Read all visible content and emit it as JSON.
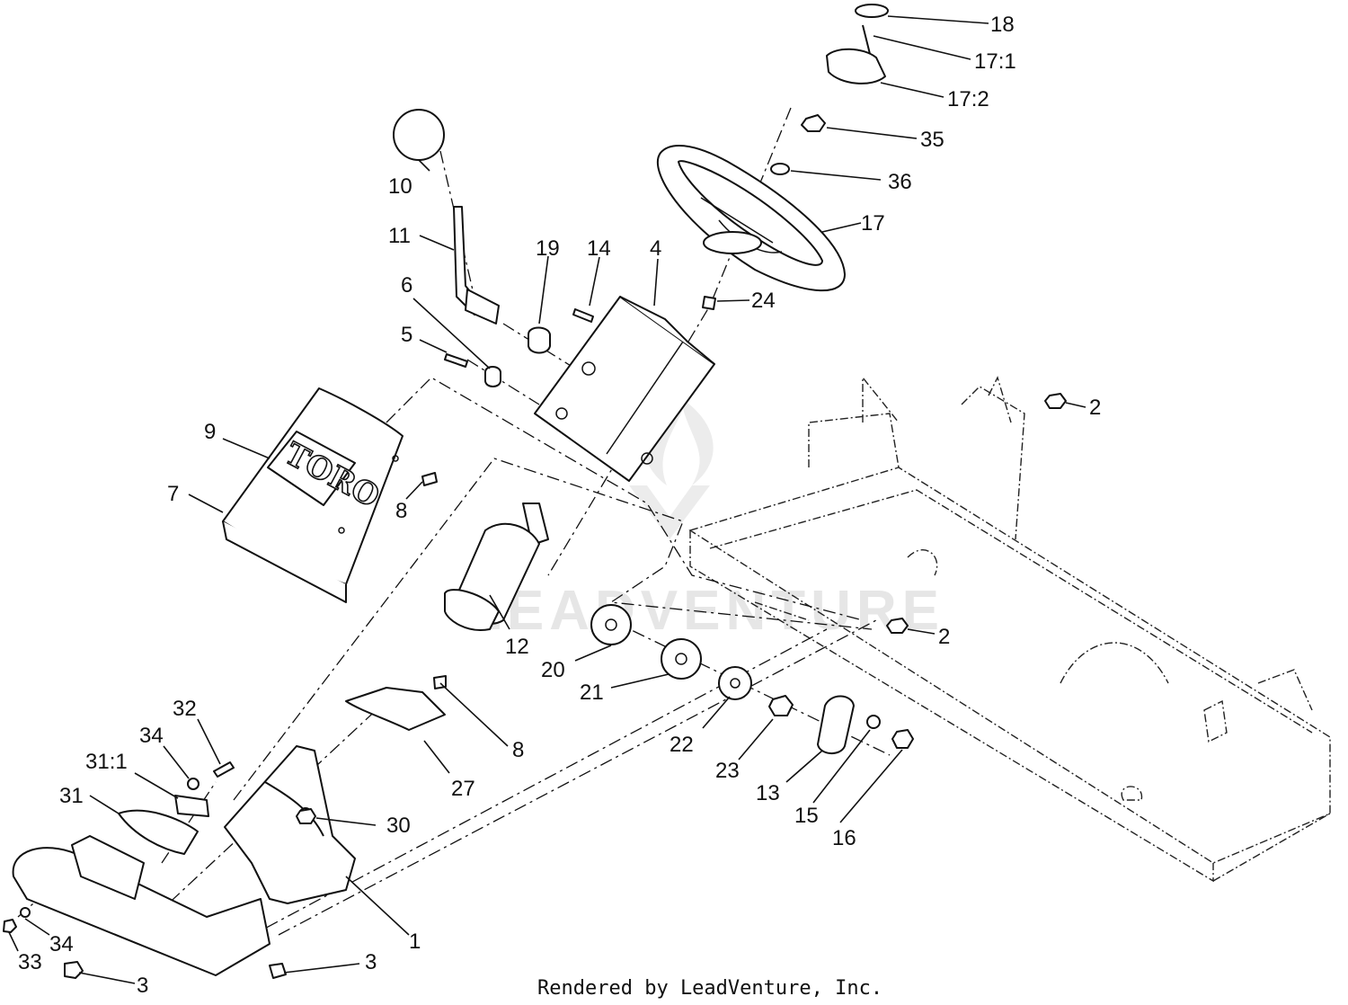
{
  "watermark": {
    "text": "LEADVENTURE"
  },
  "logo": {
    "text": "TORO"
  },
  "credit": "Rendered by LeadVenture, Inc.",
  "callouts": [
    {
      "id": "18",
      "label": "18"
    },
    {
      "id": "17-1",
      "label": "17:1"
    },
    {
      "id": "17-2",
      "label": "17:2"
    },
    {
      "id": "35",
      "label": "35"
    },
    {
      "id": "36",
      "label": "36"
    },
    {
      "id": "17",
      "label": "17"
    },
    {
      "id": "10",
      "label": "10"
    },
    {
      "id": "11",
      "label": "11"
    },
    {
      "id": "19",
      "label": "19"
    },
    {
      "id": "14",
      "label": "14"
    },
    {
      "id": "4",
      "label": "4"
    },
    {
      "id": "24",
      "label": "24"
    },
    {
      "id": "6",
      "label": "6"
    },
    {
      "id": "5",
      "label": "5"
    },
    {
      "id": "2-top",
      "label": "2"
    },
    {
      "id": "9",
      "label": "9"
    },
    {
      "id": "7",
      "label": "7"
    },
    {
      "id": "8-top",
      "label": "8"
    },
    {
      "id": "12",
      "label": "12"
    },
    {
      "id": "2-mid",
      "label": "2"
    },
    {
      "id": "20",
      "label": "20"
    },
    {
      "id": "21",
      "label": "21"
    },
    {
      "id": "32",
      "label": "32"
    },
    {
      "id": "34-top",
      "label": "34"
    },
    {
      "id": "8-low",
      "label": "8"
    },
    {
      "id": "22",
      "label": "22"
    },
    {
      "id": "31-1",
      "label": "31:1"
    },
    {
      "id": "23",
      "label": "23"
    },
    {
      "id": "13",
      "label": "13"
    },
    {
      "id": "27",
      "label": "27"
    },
    {
      "id": "31",
      "label": "31"
    },
    {
      "id": "15",
      "label": "15"
    },
    {
      "id": "30",
      "label": "30"
    },
    {
      "id": "16",
      "label": "16"
    },
    {
      "id": "1",
      "label": "1"
    },
    {
      "id": "34-low",
      "label": "34"
    },
    {
      "id": "33",
      "label": "33"
    },
    {
      "id": "3-right",
      "label": "3"
    },
    {
      "id": "3-left",
      "label": "3"
    }
  ]
}
